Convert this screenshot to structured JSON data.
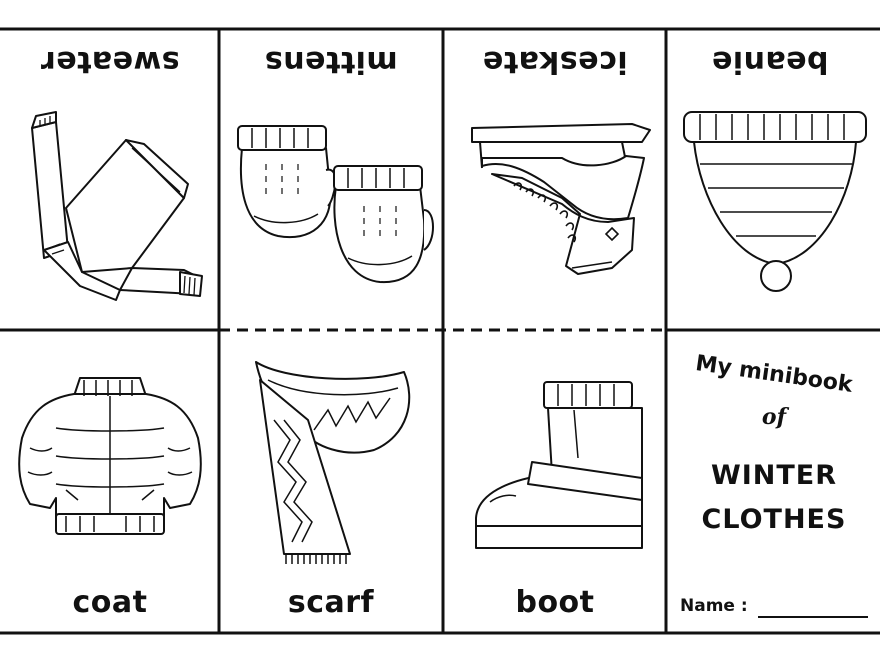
{
  "minibook": {
    "top_row": [
      {
        "word": "sweater",
        "icon": "sweater-icon"
      },
      {
        "word": "mittens",
        "icon": "mittens-icon"
      },
      {
        "word": "iceskate",
        "icon": "iceskate-icon"
      },
      {
        "word": "beanie",
        "icon": "beanie-icon"
      }
    ],
    "bottom_row": [
      {
        "word": "coat",
        "icon": "coat-icon"
      },
      {
        "word": "scarf",
        "icon": "scarf-icon"
      },
      {
        "word": "boot",
        "icon": "boot-icon"
      }
    ],
    "cover": {
      "line1": "My minibook",
      "line2": "of",
      "line3": "WINTER",
      "line4": "CLOTHES",
      "name_label": "Name :"
    }
  }
}
